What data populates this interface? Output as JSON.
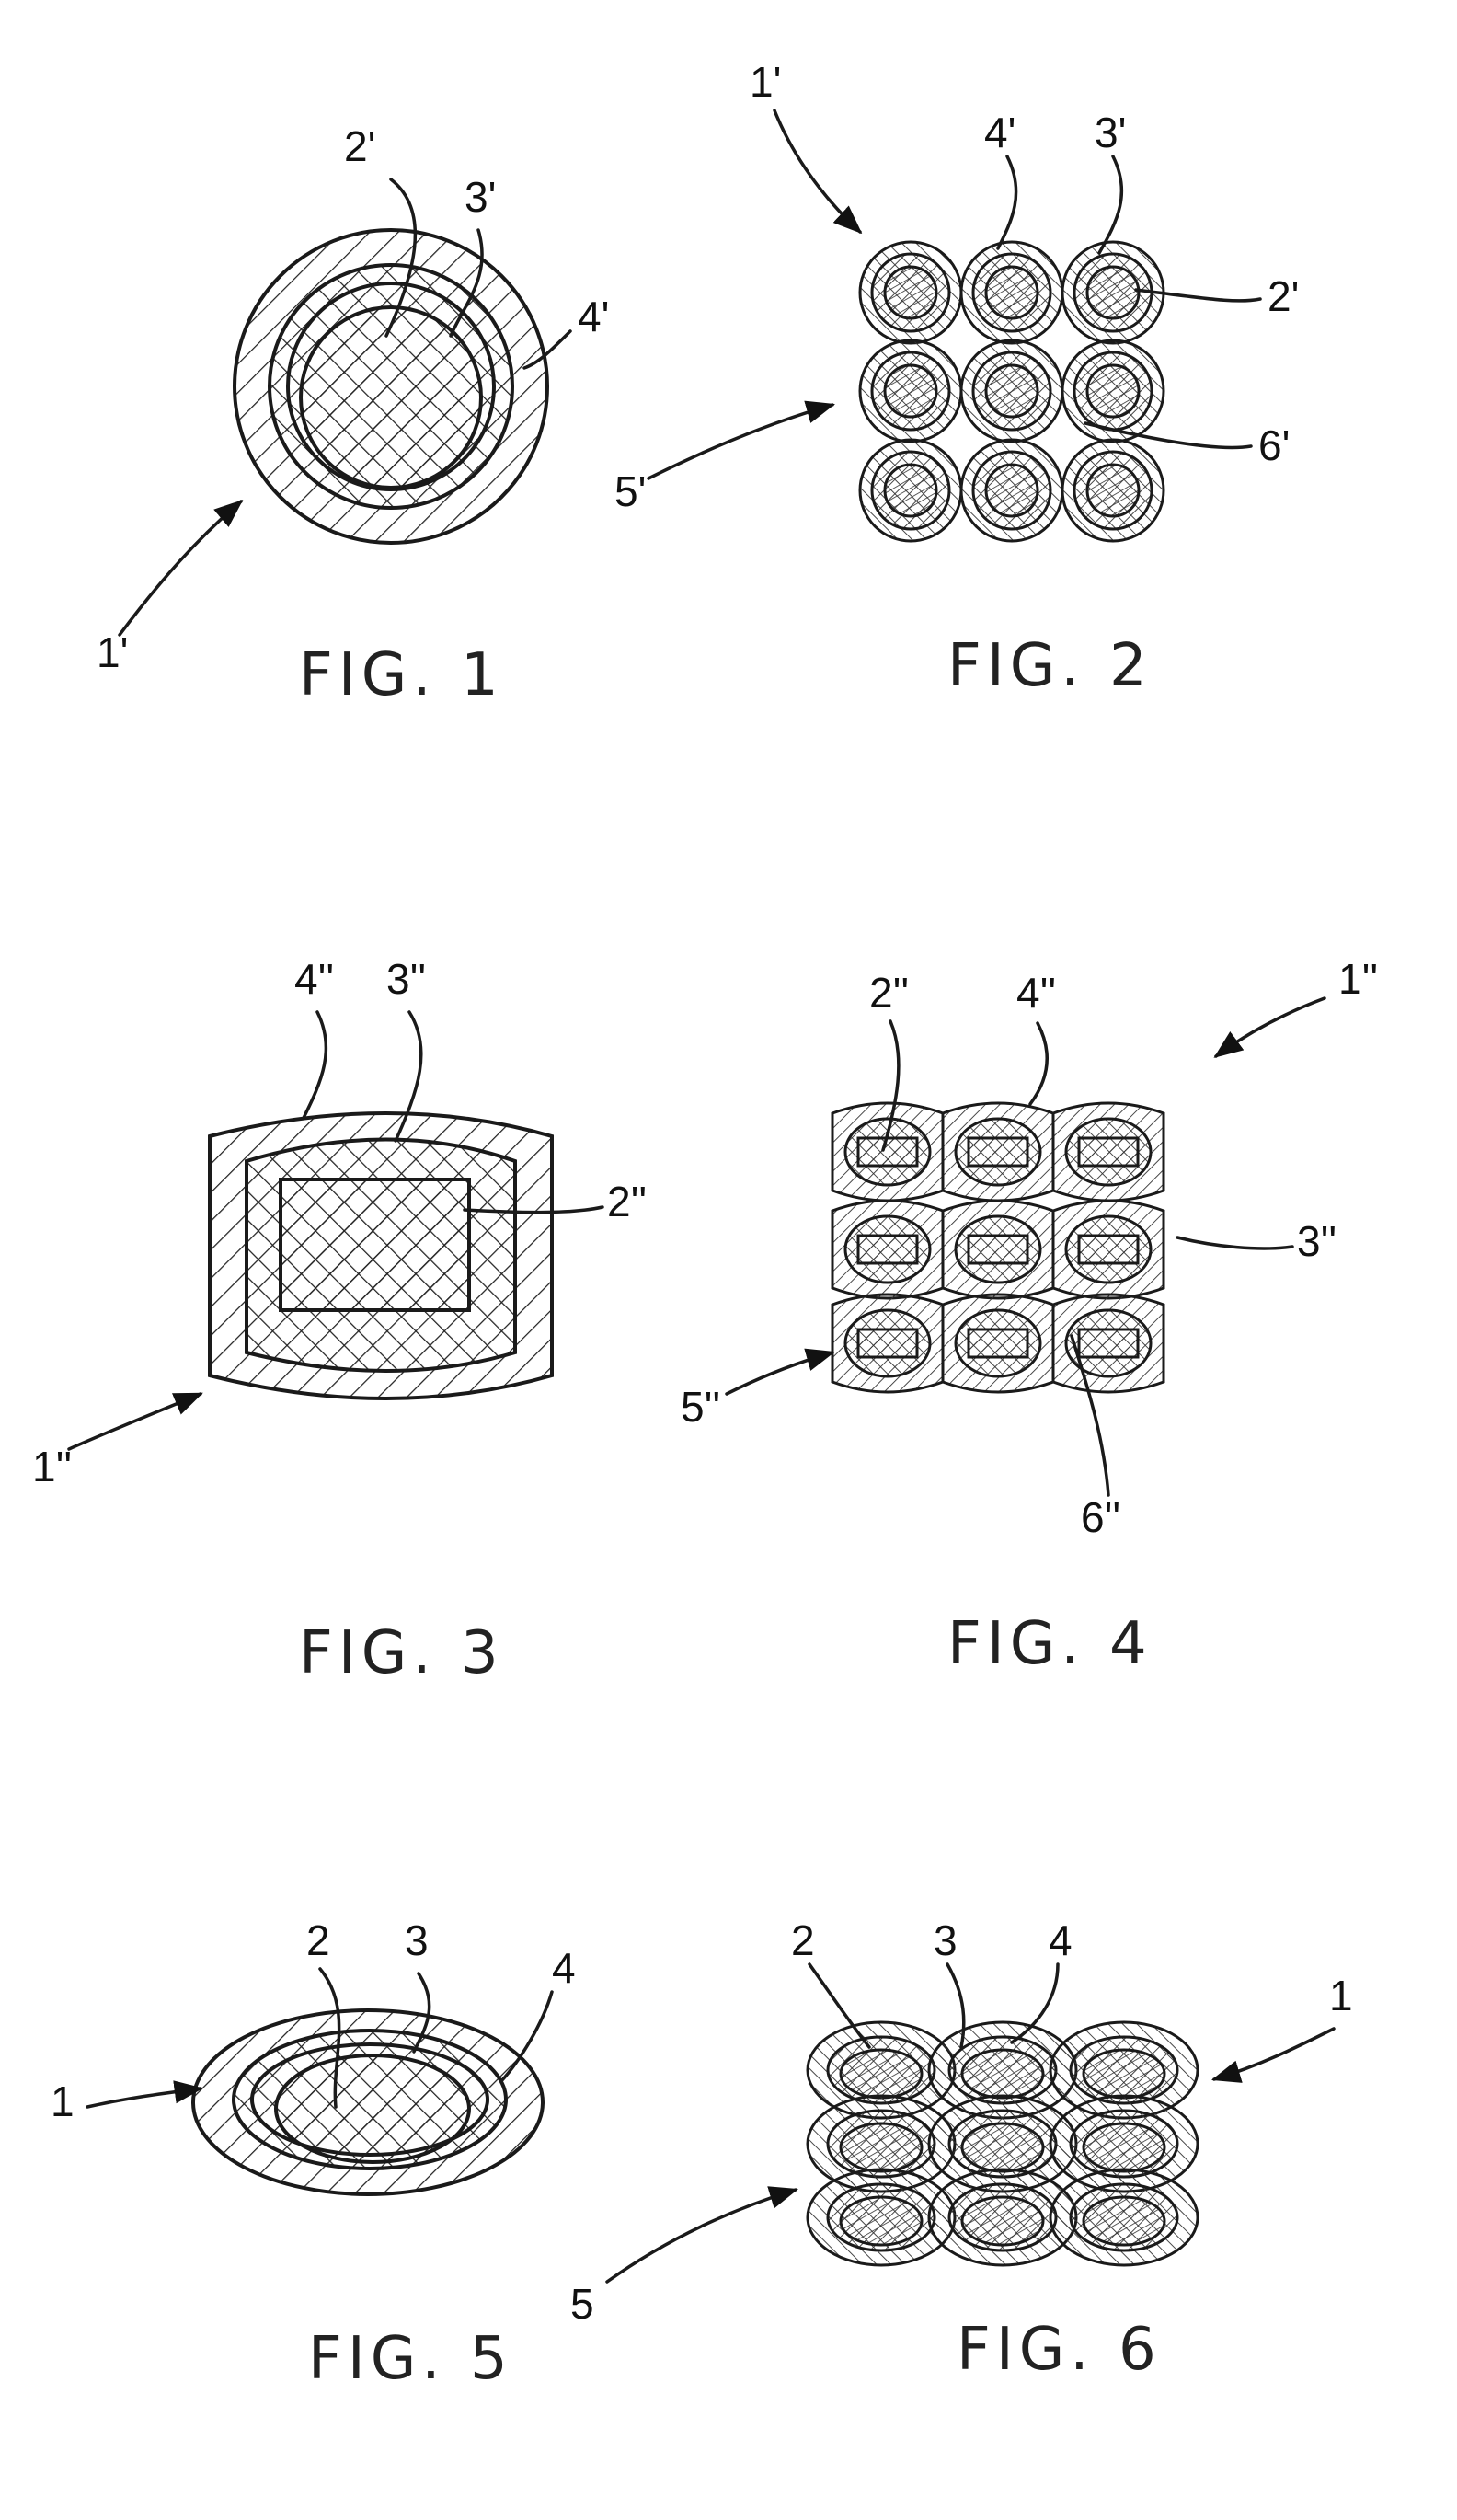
{
  "figures": [
    {
      "caption": "FIG. 1",
      "labels": {
        "assembly": "1'",
        "core": "2'",
        "inner_layer": "3'",
        "outer_layer": "4'"
      }
    },
    {
      "caption": "FIG. 2",
      "labels": {
        "assembly": "1'",
        "core": "2'",
        "inner_layer": "3'",
        "outer_layer": "4'",
        "bundle": "5'",
        "interstice": "6'"
      }
    },
    {
      "caption": "FIG. 3",
      "labels": {
        "assembly": "1''",
        "core": "2''",
        "inner_layer": "3''",
        "outer_layer": "4''"
      }
    },
    {
      "caption": "FIG. 4",
      "labels": {
        "assembly": "1''",
        "core": "2''",
        "inner_layer": "3''",
        "outer_layer": "4''",
        "bundle": "5''",
        "interstice": "6''"
      }
    },
    {
      "caption": "FIG. 5",
      "labels": {
        "assembly": "1",
        "core": "2",
        "inner_layer": "3",
        "outer_layer": "4"
      }
    },
    {
      "caption": "FIG. 6",
      "labels": {
        "assembly": "1",
        "core": "2",
        "inner_layer": "3",
        "outer_layer": "4",
        "bundle": "5"
      }
    }
  ]
}
